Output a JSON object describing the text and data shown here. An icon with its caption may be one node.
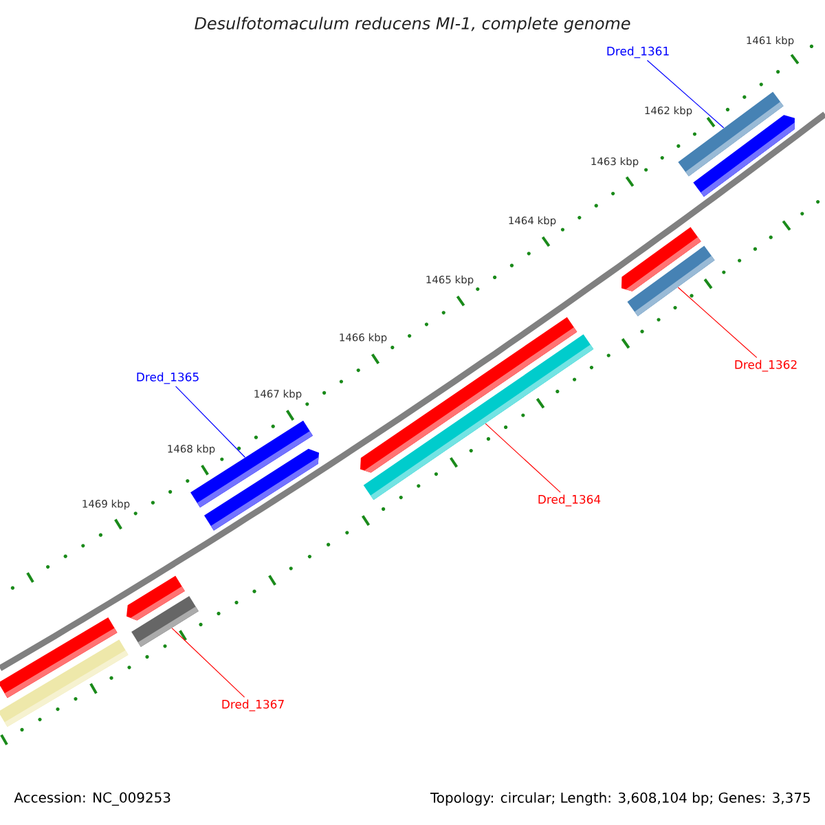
{
  "diagram": {
    "title": "Desulfotomaculum reducens MI-1, complete genome",
    "nodes": [
      {
        "text": [
          "Dred_1361"
        ]
      },
      {
        "text": [
          "Dred_1362"
        ]
      },
      {
        "text": [
          "Dred_1364"
        ]
      },
      {
        "text": [
          "Dred_1365"
        ]
      },
      {
        "text": [
          "Dred_1367"
        ]
      },
      {
        "text": [],
        "shape": "bar"
      },
      {
        "text": [],
        "shape": "bar"
      },
      {
        "text": [],
        "shape": "bar"
      },
      {
        "text": [],
        "shape": "bar"
      },
      {
        "text": [],
        "shape": "bar"
      },
      {
        "text": [],
        "shape": "bar"
      },
      {
        "text": [],
        "shape": "bar"
      },
      {
        "text": [],
        "shape": "bar"
      },
      {
        "text": [],
        "shape": "bar"
      },
      {
        "text": [],
        "shape": "bar"
      },
      {
        "text": [],
        "shape": "bar"
      },
      {
        "text": [],
        "shape": "bar"
      }
    ],
    "edges": [
      {
        "from": 0,
        "to": 15,
        "arrow": "none",
        "color": "#0000ff"
      },
      {
        "from": 1,
        "to": 14,
        "arrow": "none",
        "color": "#ff0000"
      },
      {
        "from": 2,
        "to": 12,
        "arrow": "none",
        "color": "#ff0000"
      },
      {
        "from": 3,
        "to": 9,
        "arrow": "none",
        "color": "#0000ff"
      },
      {
        "from": 4,
        "to": 8,
        "arrow": "none",
        "color": "#ff0000"
      }
    ],
    "labels": [
      "1461 kbp",
      "1462 kbp",
      "1463 kbp",
      "1464 kbp",
      "1465 kbp",
      "1466 kbp",
      "1467 kbp",
      "1468 kbp",
      "1469 kbp",
      "Accession: NC_009253",
      "Topology: circular; Length: 3,608,104 bp; Genes: 3,375"
    ]
  }
}
